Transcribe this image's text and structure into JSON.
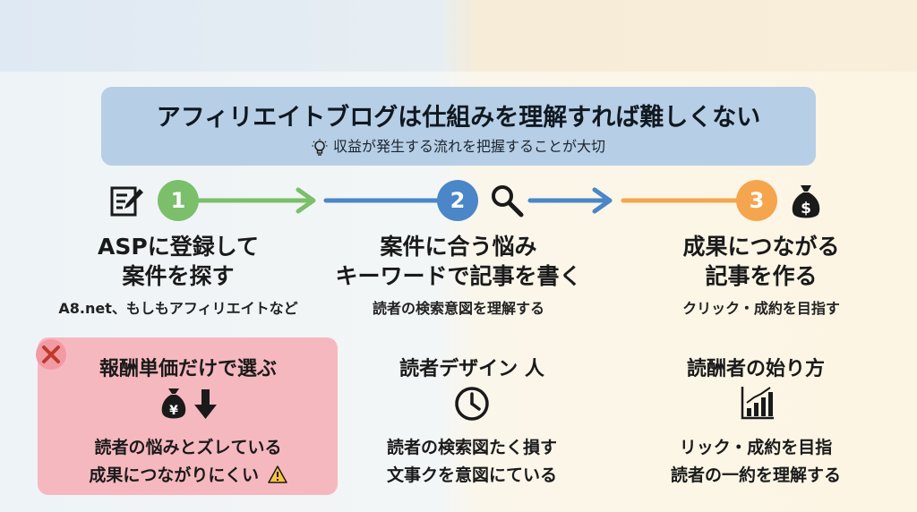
{
  "header": {
    "title": "アフィリエイトブログは仕組みを理解すれば難しくない",
    "subtitle": "収益が発生する流れを把握することが大切",
    "icon": "lightbulb-icon"
  },
  "steps": [
    {
      "number": "1",
      "color": "#7bbf6a",
      "icon": "edit-note-icon",
      "title_line1": "ASPに登録して",
      "title_line2": "案件を探す",
      "desc": "A8.net、もしもアフィリエイトなど"
    },
    {
      "number": "2",
      "color": "#4a86c8",
      "icon": "magnifier-icon",
      "title_line1": "案件に合う悩み",
      "title_line2": "キーワードで記事を書く",
      "desc": "読者の検索意図を理解する"
    },
    {
      "number": "3",
      "color": "#f5a54e",
      "icon": "money-bag-icon",
      "title_line1": "成果につながる",
      "title_line2": "記事を作る",
      "desc": "クリック・成約を目指す"
    }
  ],
  "colors": {
    "arrow1": "#7bbf6a",
    "arrow2": "#4a86c8",
    "arrow3": "#f5a54e",
    "warn_bg": "#f6b8bf",
    "header_bg": "#b6cfe6"
  },
  "cards": [
    {
      "title": "報酬単価だけで選ぶ",
      "icon": "money-bag-down-arrow-icon",
      "line1": "読者の悩みとズレている",
      "line2": "成果につながりにくい",
      "badge_icon": "warning-icon",
      "mark_icon": "cross-icon"
    },
    {
      "title": "読者デザイン 人",
      "icon": "clock-icon",
      "line1": "読者の検索図たく損す",
      "line2": "文事クを意図にている"
    },
    {
      "title": "読酬者の始り方",
      "icon": "bar-chart-icon",
      "line1": "リック・成約を目指",
      "line2": "読者の一約を理解する"
    }
  ]
}
